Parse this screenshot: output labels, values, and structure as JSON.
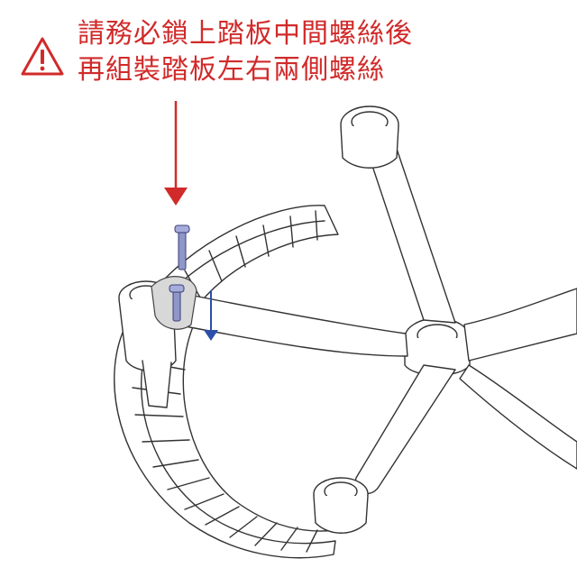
{
  "warning": {
    "icon": "warning-triangle-icon",
    "line1": "請務必鎖上踏板中間螺絲後",
    "line2": "再組裝踏板左右兩側螺絲",
    "color": "#d12a2a"
  },
  "illustration": {
    "subject": "chair-base-assembly",
    "arrow_color_red": "#d12a2a",
    "arrow_color_blue": "#2b4fa8",
    "screw_color": "#8f96c8"
  }
}
